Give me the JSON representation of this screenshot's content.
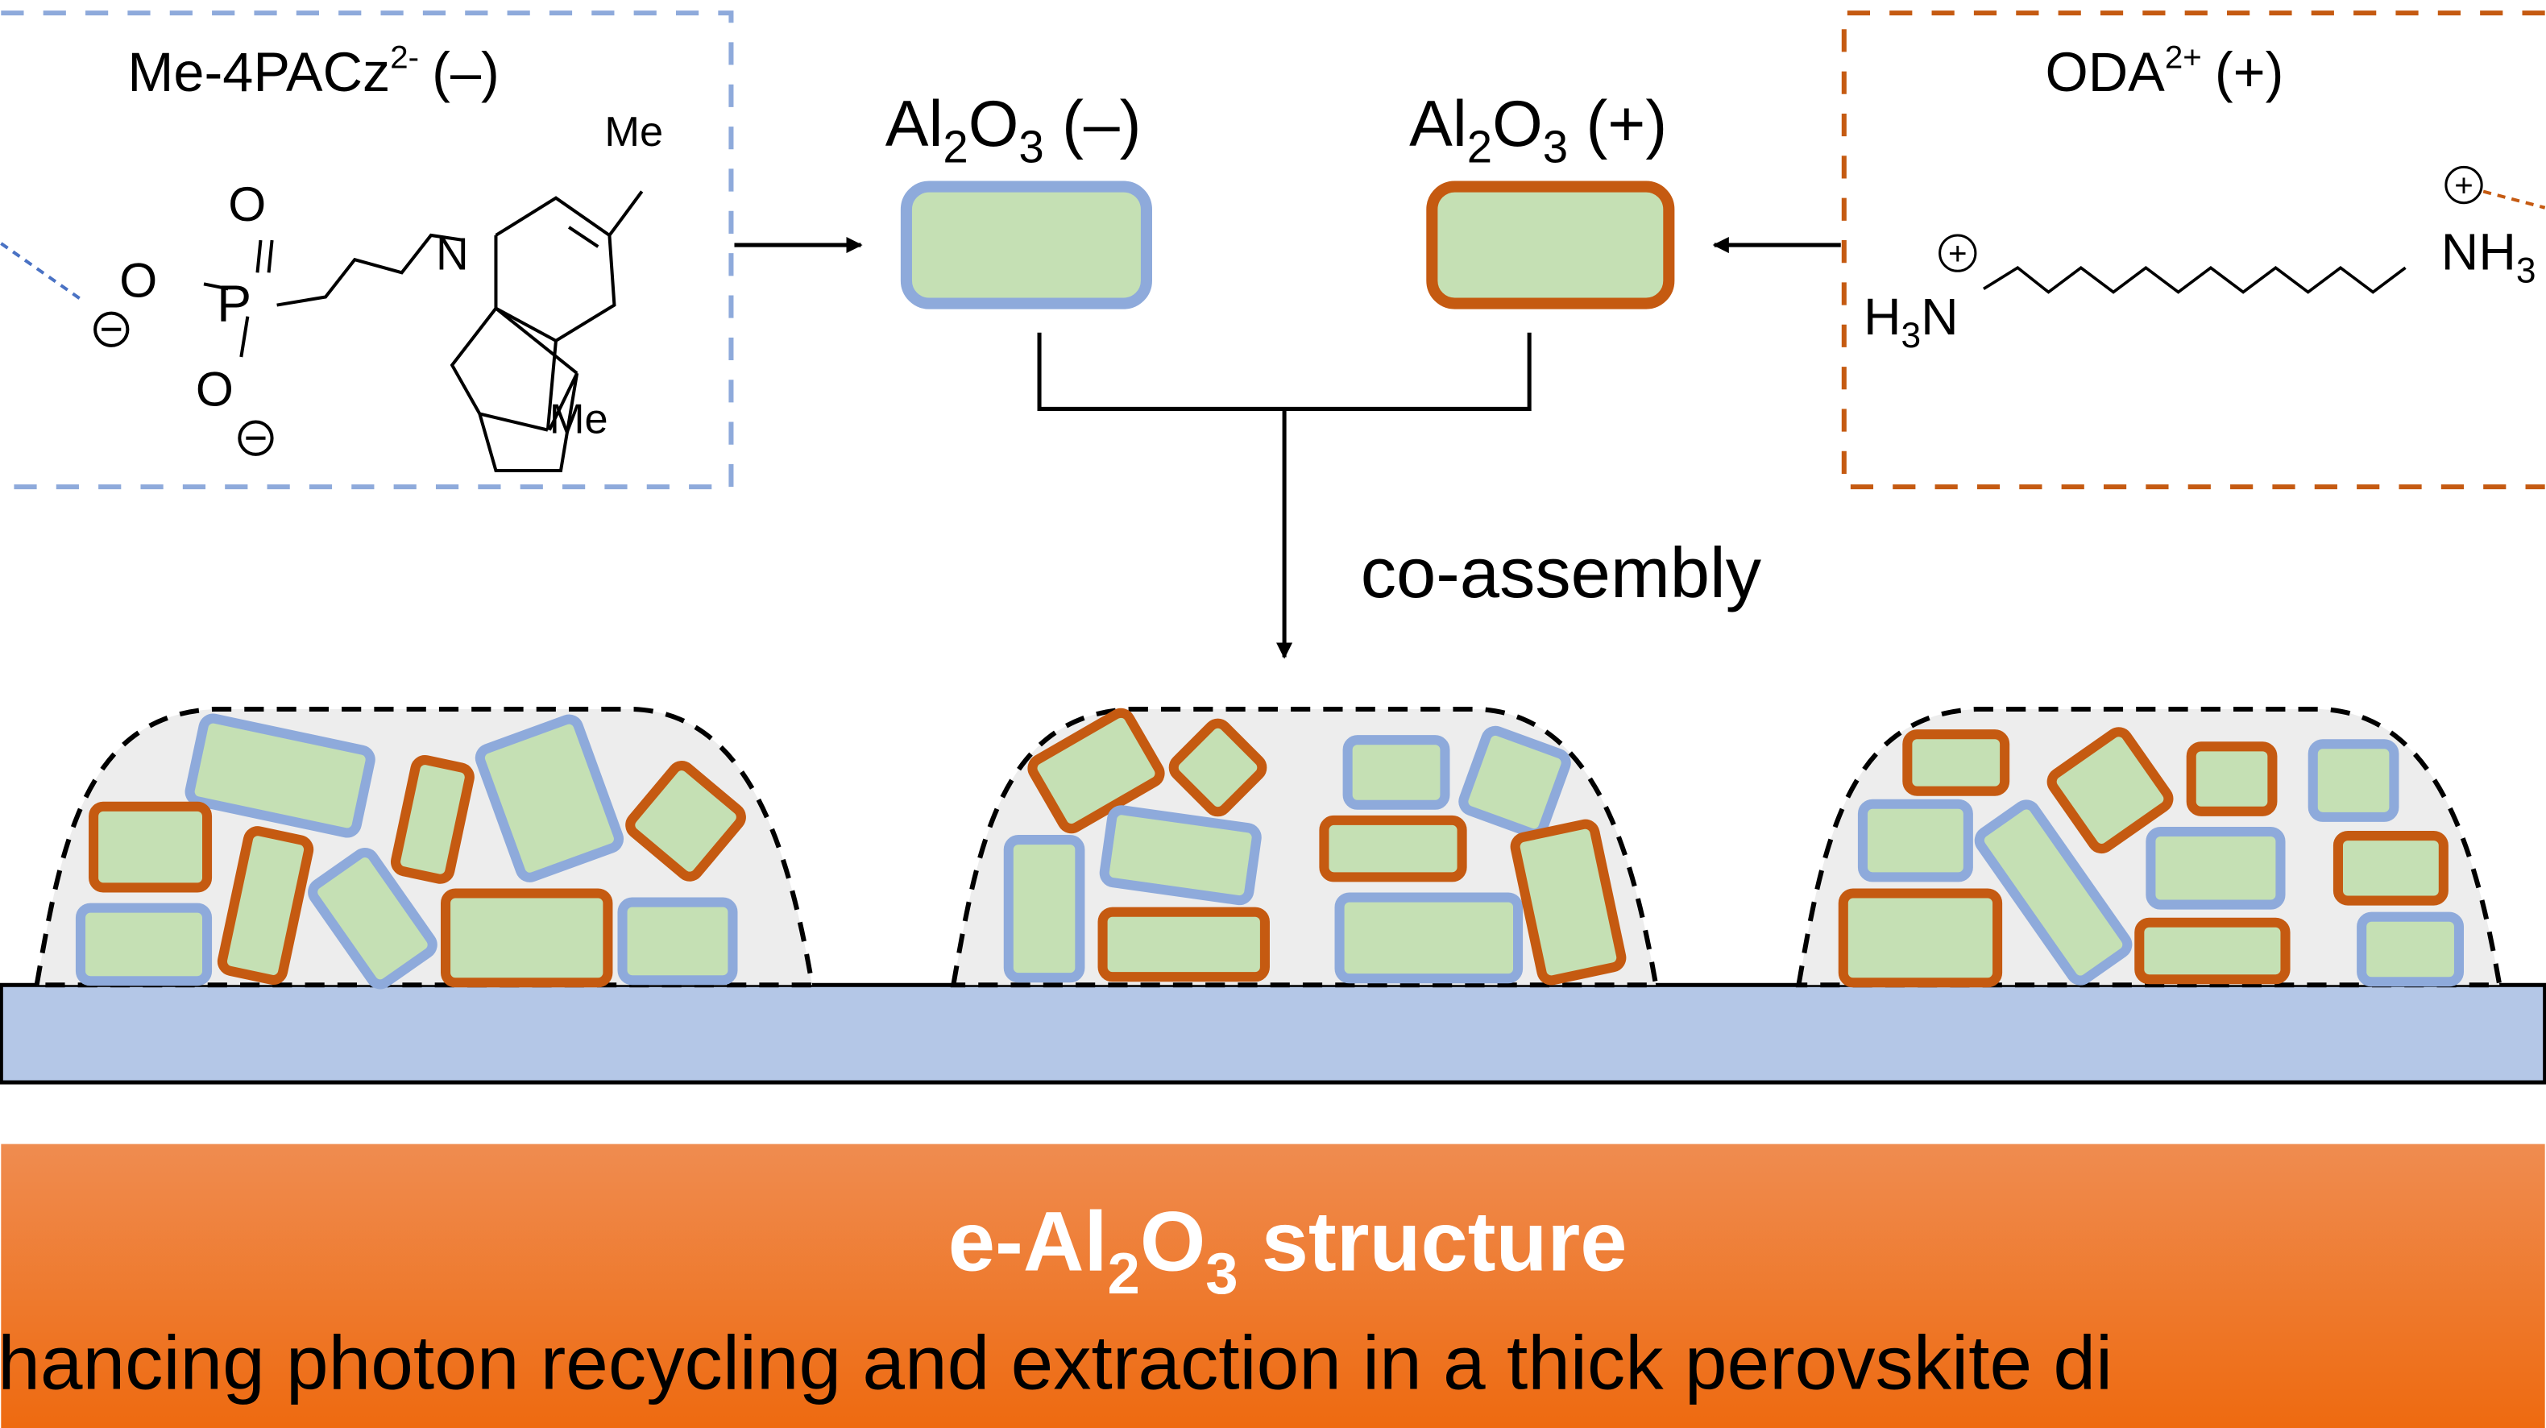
{
  "left_molecule": {
    "name": "Me-4PACz",
    "charge_sup": "2-",
    "sign": "(–)",
    "atoms": {
      "O_top": "O",
      "O_left": "O",
      "O_bottom": "O",
      "P": "P",
      "N": "N",
      "Me_top": "Me",
      "Me_bottom": "Me",
      "minus": "–"
    }
  },
  "right_molecule": {
    "name": "ODA",
    "charge_sup": "2+",
    "sign": "(+)",
    "atoms": {
      "H3N_H": "H",
      "H3N_sub": "3",
      "H3N_N": "N",
      "NH3": "NH",
      "NH3_sub": "3",
      "plus": "+"
    }
  },
  "particles": {
    "negative": {
      "base": "Al",
      "sub1": "2",
      "mid": "O",
      "sub2": "3",
      "sign": " (–)"
    },
    "positive": {
      "base": "Al",
      "sub1": "2",
      "mid": "O",
      "sub2": "3",
      "sign": " (+)"
    }
  },
  "process_label": "co-assembly",
  "banner": {
    "title_pre": "e-Al",
    "title_sub1": "2",
    "title_mid": "O",
    "title_sub2": "3",
    "title_post": " structure",
    "subtitle": "hancing photon recycling and extraction in a thick perovskite di"
  },
  "colors": {
    "negative_border": "#8eaadb",
    "positive_border": "#c55a11",
    "particle_fill": "#c5e0b4",
    "substrate": "#b4c7e7",
    "dome": "#ededed",
    "banner_top": "#ef8c50",
    "banner_bottom": "#ee6f16"
  }
}
